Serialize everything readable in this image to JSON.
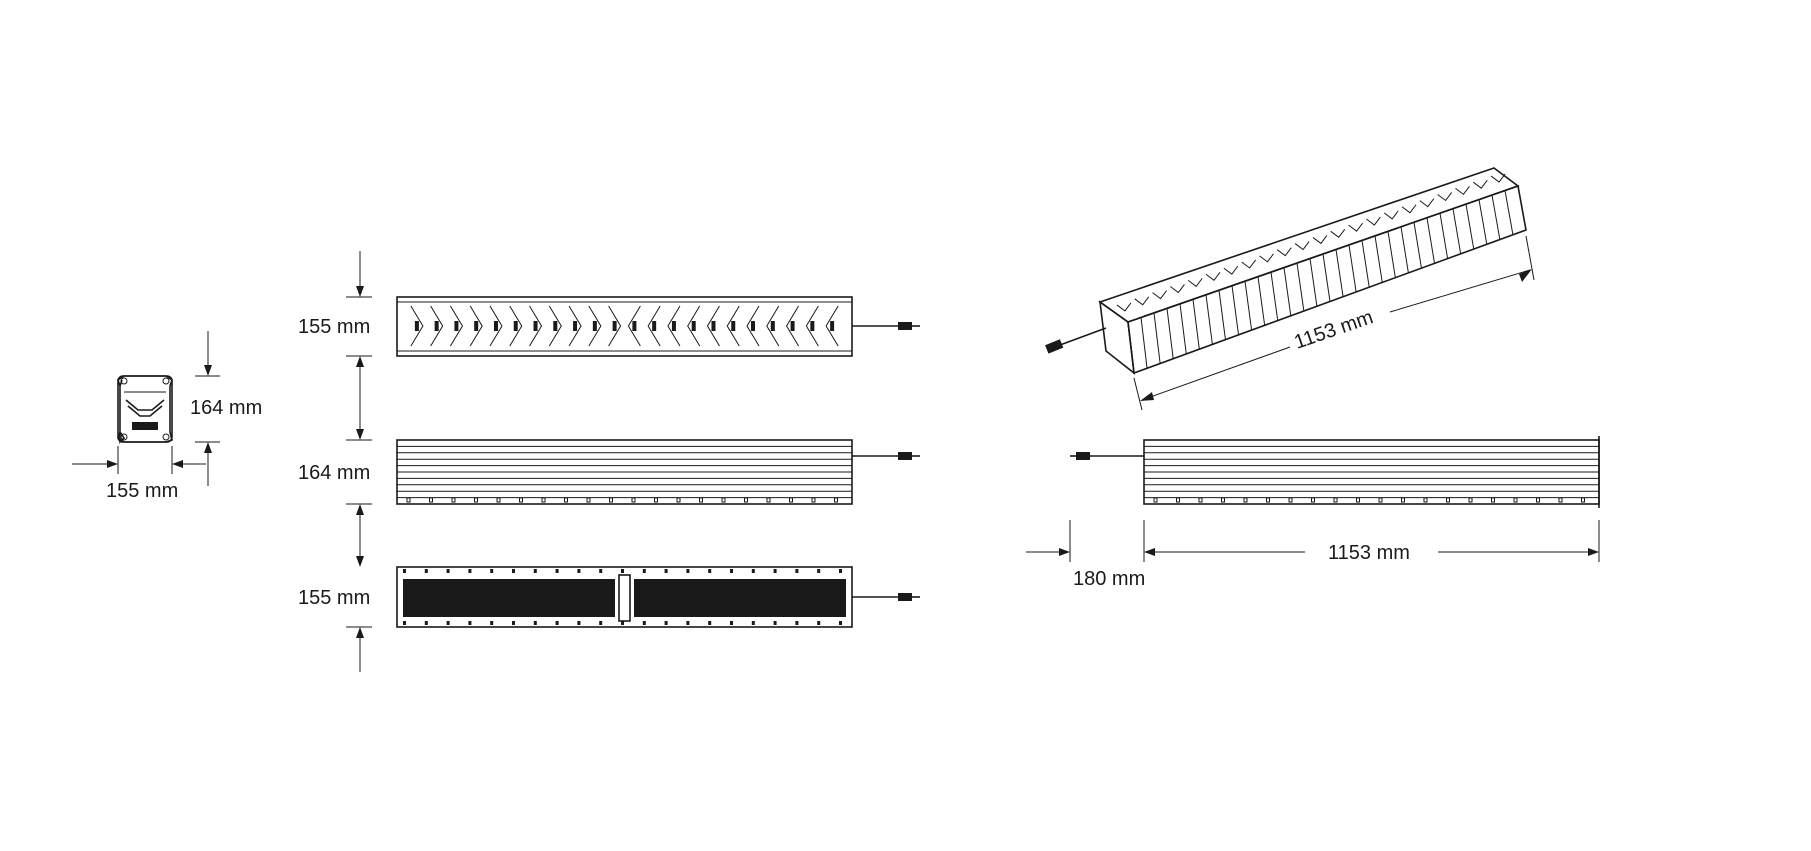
{
  "dimensions": {
    "end_view_height": "164 mm",
    "end_view_width": "155 mm",
    "top_view_height": "155 mm",
    "side_view_height": "164 mm",
    "bottom_view_height": "155 mm",
    "iso_length": "1153 mm",
    "rear_cable_length": "180 mm",
    "rear_length": "1153 mm"
  },
  "colors": {
    "line": "#1a1a1a",
    "background": "#ffffff"
  }
}
